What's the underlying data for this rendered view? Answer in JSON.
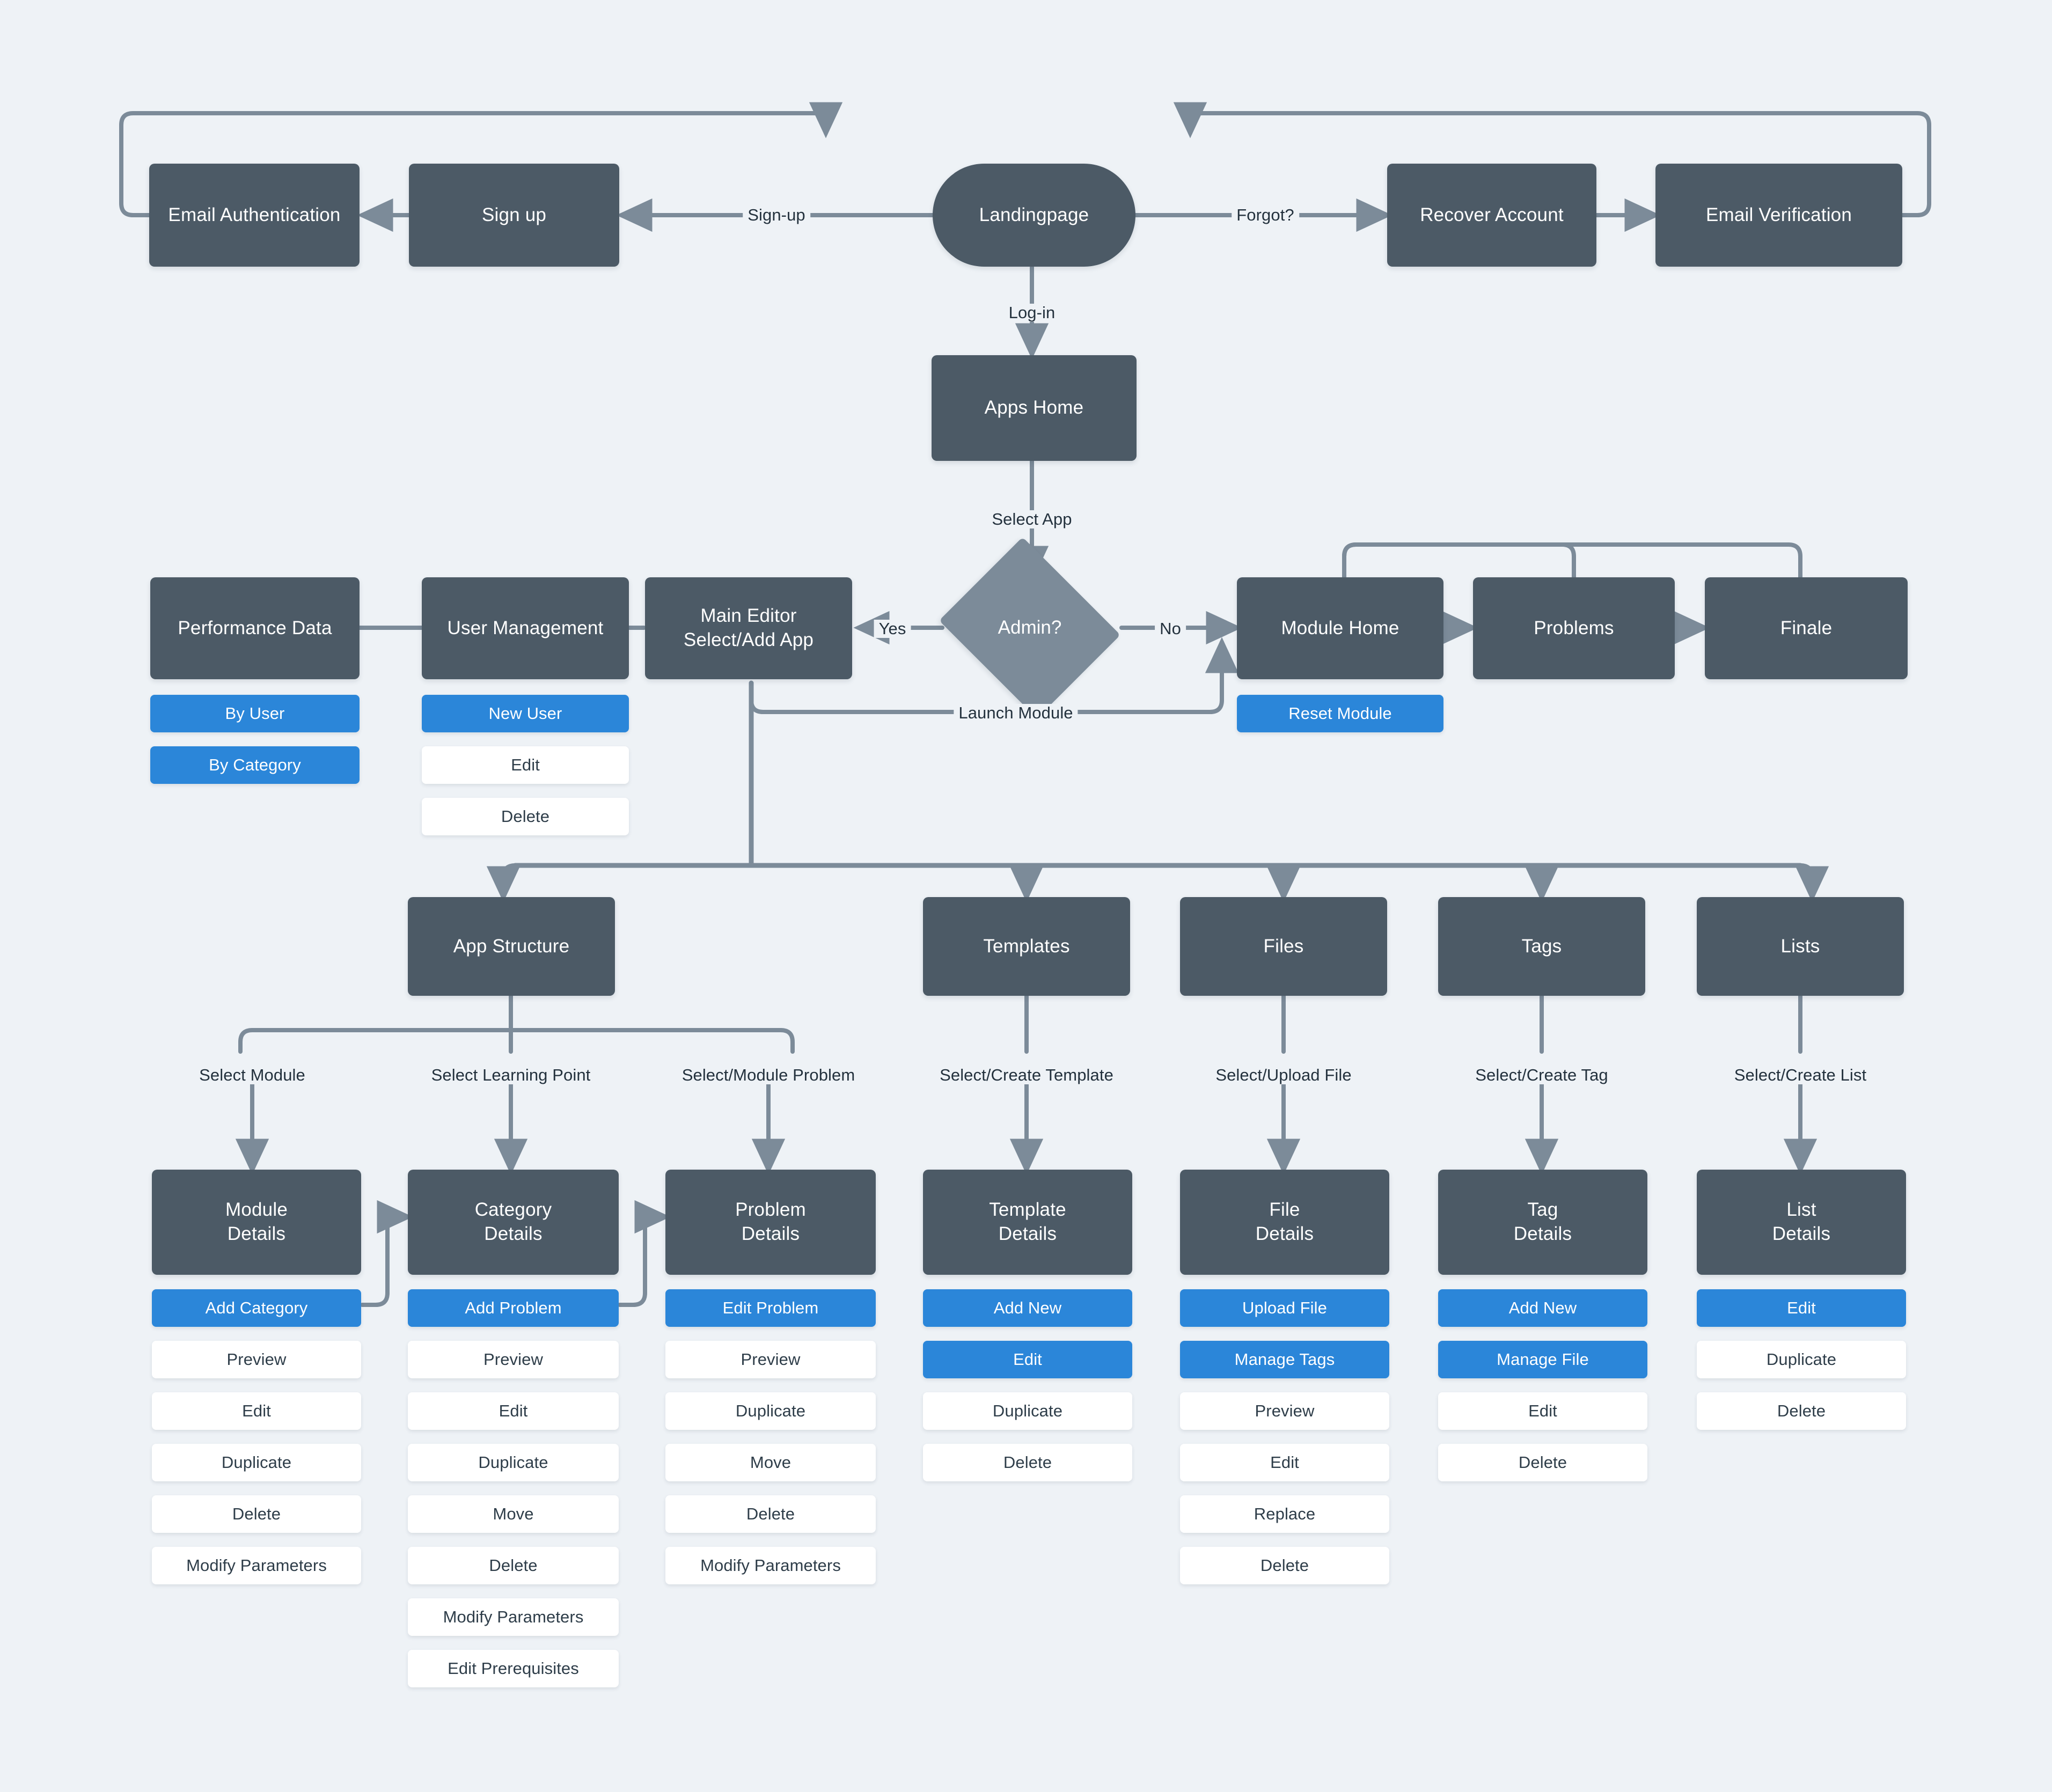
{
  "theme": {
    "background": "#eef2f6",
    "node_fill": "#4c5a66",
    "diamond_fill": "#7c8b99",
    "primary_button": "#2b86d9",
    "ghost_button": "#ffffff",
    "edge_stroke": "#7c8b99",
    "label_text": "#23313d"
  },
  "nodes": {
    "email_authentication": "Email Authentication",
    "sign_up": "Sign up",
    "landingpage": "Landingpage",
    "recover_account": "Recover Account",
    "email_verification": "Email Verification",
    "apps_home": "Apps Home",
    "performance_data": "Performance Data",
    "user_management": "User Management",
    "main_editor": "Main Editor\nSelect/Add App",
    "admin_decision": "Admin?",
    "module_home": "Module Home",
    "problems": "Problems",
    "finale": "Finale",
    "app_structure": "App Structure",
    "templates": "Templates",
    "files": "Files",
    "tags": "Tags",
    "lists": "Lists",
    "module_details": "Module\nDetails",
    "category_details": "Category\nDetails",
    "problem_details": "Problem\nDetails",
    "template_details": "Template\nDetails",
    "file_details": "File\nDetails",
    "tag_details": "Tag\nDetails",
    "list_details": "List\nDetails"
  },
  "edge_labels": {
    "sign_up": "Sign-up",
    "forgot": "Forgot?",
    "log_in": "Log-in",
    "select_app": "Select App",
    "yes": "Yes",
    "no": "No",
    "launch_module": "Launch Module",
    "select_module": "Select Module",
    "select_learning_point": "Select Learning Point",
    "select_module_problem": "Select/Module Problem",
    "select_create_template": "Select/Create Template",
    "select_upload_file": "Select/Upload File",
    "select_create_tag": "Select/Create Tag",
    "select_create_list": "Select/Create List"
  },
  "action_groups": {
    "performance_data": [
      {
        "label": "By User",
        "style": "primary"
      },
      {
        "label": "By Category",
        "style": "primary"
      }
    ],
    "user_management": [
      {
        "label": "New User",
        "style": "primary"
      },
      {
        "label": "Edit",
        "style": "ghost"
      },
      {
        "label": "Delete",
        "style": "ghost"
      }
    ],
    "module_home": [
      {
        "label": "Reset Module",
        "style": "primary"
      }
    ],
    "module_details": [
      {
        "label": "Add Category",
        "style": "primary"
      },
      {
        "label": "Preview",
        "style": "ghost"
      },
      {
        "label": "Edit",
        "style": "ghost"
      },
      {
        "label": "Duplicate",
        "style": "ghost"
      },
      {
        "label": "Delete",
        "style": "ghost"
      },
      {
        "label": "Modify Parameters",
        "style": "ghost"
      }
    ],
    "category_details": [
      {
        "label": "Add Problem",
        "style": "primary"
      },
      {
        "label": "Preview",
        "style": "ghost"
      },
      {
        "label": "Edit",
        "style": "ghost"
      },
      {
        "label": "Duplicate",
        "style": "ghost"
      },
      {
        "label": "Move",
        "style": "ghost"
      },
      {
        "label": "Delete",
        "style": "ghost"
      },
      {
        "label": "Modify Parameters",
        "style": "ghost"
      },
      {
        "label": "Edit Prerequisites",
        "style": "ghost"
      }
    ],
    "problem_details": [
      {
        "label": "Edit Problem",
        "style": "primary"
      },
      {
        "label": "Preview",
        "style": "ghost"
      },
      {
        "label": "Duplicate",
        "style": "ghost"
      },
      {
        "label": "Move",
        "style": "ghost"
      },
      {
        "label": "Delete",
        "style": "ghost"
      },
      {
        "label": "Modify Parameters",
        "style": "ghost"
      }
    ],
    "template_details": [
      {
        "label": "Add New",
        "style": "primary"
      },
      {
        "label": "Edit",
        "style": "primary"
      },
      {
        "label": "Duplicate",
        "style": "ghost"
      },
      {
        "label": "Delete",
        "style": "ghost"
      }
    ],
    "file_details": [
      {
        "label": "Upload File",
        "style": "primary"
      },
      {
        "label": "Manage Tags",
        "style": "primary"
      },
      {
        "label": "Preview",
        "style": "ghost"
      },
      {
        "label": "Edit",
        "style": "ghost"
      },
      {
        "label": "Replace",
        "style": "ghost"
      },
      {
        "label": "Delete",
        "style": "ghost"
      }
    ],
    "tag_details": [
      {
        "label": "Add New",
        "style": "primary"
      },
      {
        "label": "Manage File",
        "style": "primary"
      },
      {
        "label": "Edit",
        "style": "ghost"
      },
      {
        "label": "Delete",
        "style": "ghost"
      }
    ],
    "list_details": [
      {
        "label": "Edit",
        "style": "primary"
      },
      {
        "label": "Duplicate",
        "style": "ghost"
      },
      {
        "label": "Delete",
        "style": "ghost"
      }
    ]
  }
}
